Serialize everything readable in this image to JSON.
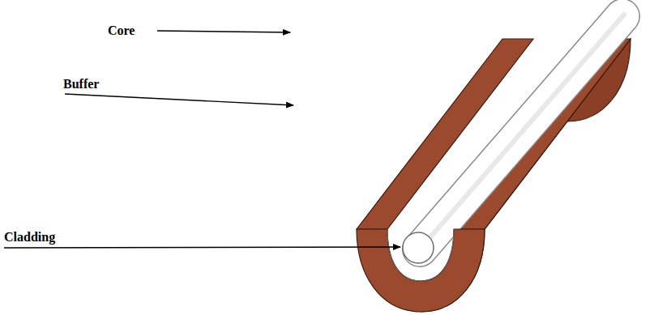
{
  "diagram": {
    "labels": [
      "Core",
      "Buffer",
      "Cladding"
    ]
  }
}
